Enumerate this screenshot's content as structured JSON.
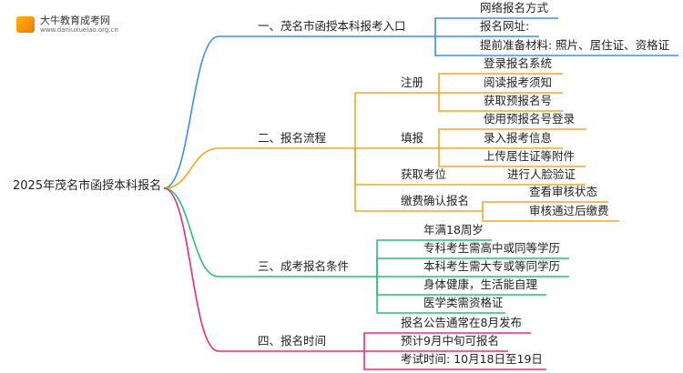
{
  "logo": {
    "name": "大牛教育成考网",
    "url": "www.daniuxueiao.org.cn"
  },
  "root": "2025年茂名市函授本科报名",
  "branches": [
    {
      "label": "一、茂名市函授本科报考入口",
      "color": "#3a8ef6",
      "children": [
        {
          "label": "网络报名方式"
        },
        {
          "label": "报名网址:"
        },
        {
          "label": "提前准备材料: 照片、居住证、资格证"
        }
      ]
    },
    {
      "label": "二、报名流程",
      "color": "#f5a623",
      "children": [
        {
          "label": "注册",
          "children": [
            {
              "label": "登录报名系统"
            },
            {
              "label": "阅读报考须知"
            },
            {
              "label": "获取预报名号"
            }
          ]
        },
        {
          "label": "填报",
          "children": [
            {
              "label": "使用预报名号登录"
            },
            {
              "label": "录入报考信息"
            },
            {
              "label": "上传居住证等附件"
            }
          ]
        },
        {
          "label": "获取考位",
          "children": [
            {
              "label": "进行人脸验证"
            }
          ]
        },
        {
          "label": "缴费确认报名",
          "children": [
            {
              "label": "查看审核状态"
            },
            {
              "label": "审核通过后缴费"
            }
          ]
        }
      ]
    },
    {
      "label": "三、成考报名条件",
      "color": "#27c07a",
      "children": [
        {
          "label": "年满18周岁"
        },
        {
          "label": "专科考生需高中或同等学历"
        },
        {
          "label": "本科考生需大专或等同学历"
        },
        {
          "label": "身体健康，生活能自理"
        },
        {
          "label": "医学类需资格证"
        }
      ]
    },
    {
      "label": "四、报名时间",
      "color": "#f0287a",
      "children": [
        {
          "label": "报名公告通常在8月发布"
        },
        {
          "label": "预计9月中旬可报名"
        },
        {
          "label": "考试时间: 10月18日至19日"
        }
      ]
    }
  ]
}
